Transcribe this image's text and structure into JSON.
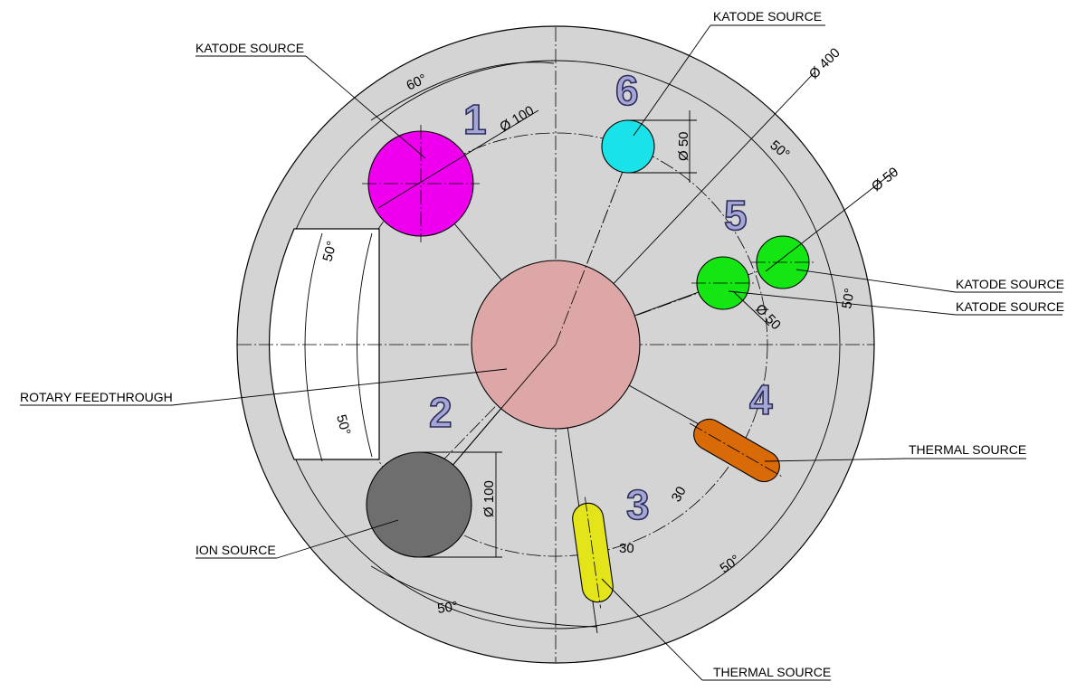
{
  "labels": {
    "katode_source_1": "KATODE SOURCE",
    "katode_source_6": "KATODE SOURCE",
    "katode_source_5a": "KATODE SOURCE",
    "katode_source_5b": "KATODE SOURCE",
    "rotary_feedthrough": "ROTARY FEEDTHROUGH",
    "ion_source": "ION SOURCE",
    "thermal_source_4": "THERMAL SOURCE",
    "thermal_source_3": "THERMAL SOURCE"
  },
  "numbers": {
    "n1": "1",
    "n2": "2",
    "n3": "3",
    "n4": "4",
    "n5": "5",
    "n6": "6"
  },
  "dimensions": {
    "dia_400": "Ø 400",
    "dia_100_top": "Ø 100",
    "dia_100_side": "Ø 100",
    "dia_50_cyan": "Ø 50",
    "dia_50_green_top": "Ø 50",
    "dia_50_green_low": "Ø 50",
    "ang_60": "60°",
    "ang_50_window_top": "50°",
    "ang_50_window_bottom": "50°",
    "ang_50_upper_right": "50°",
    "ang_50_right": "50°",
    "ang_50_lower_right": "50°",
    "ang_50_bottom": "50°",
    "len_30_yellow": "30",
    "len_30_orange": "30"
  },
  "colors": {
    "plate": "#d4d4d4",
    "feedthrough": "#dea7a7",
    "magenta": "#ee00ee",
    "cyan": "#19e3e8",
    "green": "#14e614",
    "gray_ion": "#6e6e6e",
    "orange": "#d96a08",
    "yellow": "#e4e41a",
    "window": "#ffffff"
  }
}
